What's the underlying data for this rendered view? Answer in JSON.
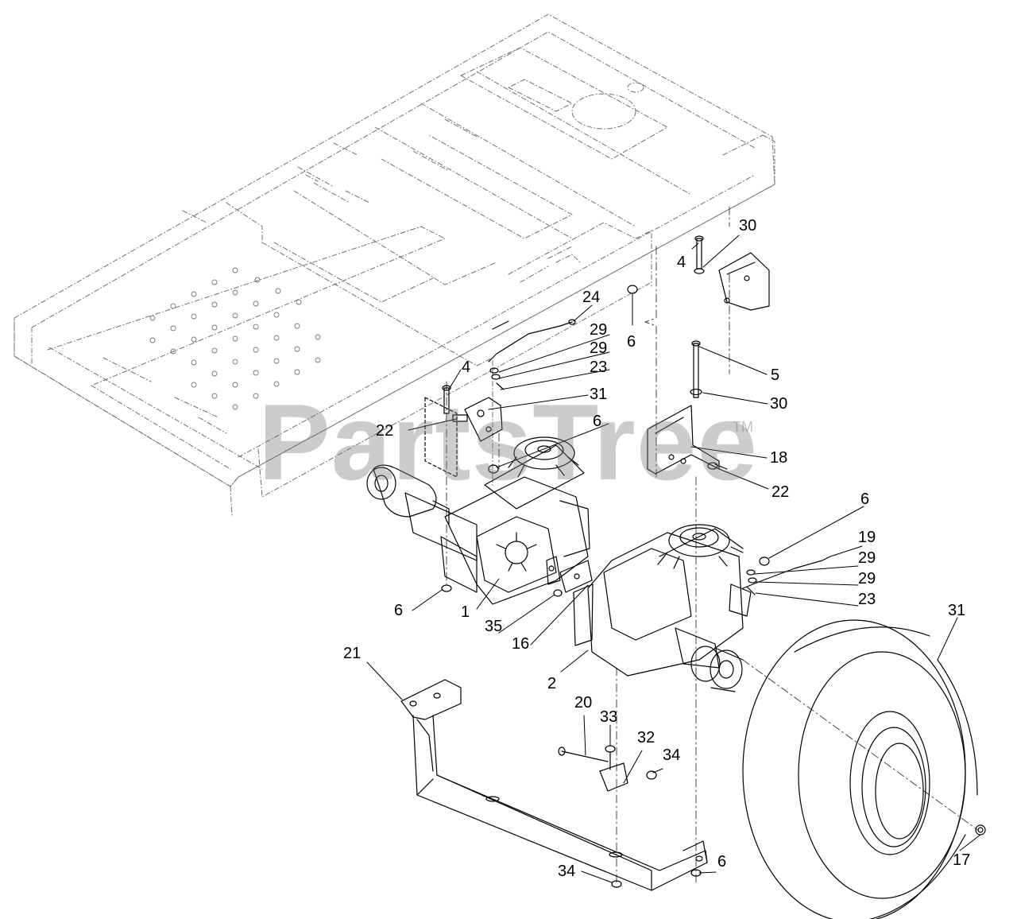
{
  "watermark": {
    "text": "PartsTree",
    "tm": "TM"
  },
  "callouts": [
    "30",
    "4",
    "24",
    "6",
    "29",
    "29",
    "23",
    "5",
    "4",
    "31",
    "30",
    "22",
    "6",
    "18",
    "22",
    "6",
    "19",
    "29",
    "29",
    "23",
    "6",
    "1",
    "35",
    "31",
    "16",
    "2",
    "21",
    "20",
    "33",
    "32",
    "34",
    "17",
    "34",
    "6"
  ]
}
